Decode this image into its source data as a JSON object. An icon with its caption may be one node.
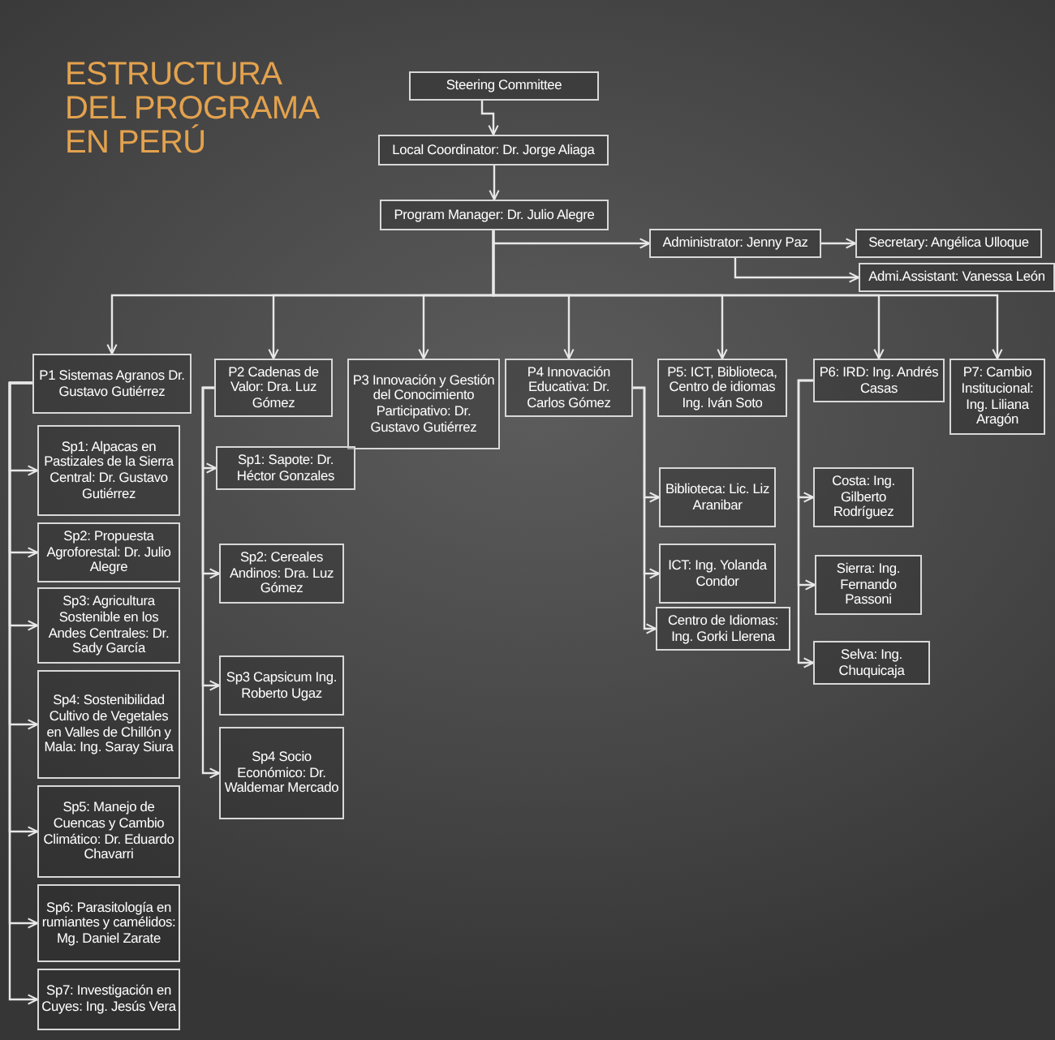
{
  "diagram": {
    "title": "ESTRUCTURA DEL PROGRAMA EN PERÚ",
    "nodes": [
      {
        "text": [
          "Steering Committee"
        ]
      },
      {
        "text": [
          "Local Coordinator: Dr. Jorge Aliaga"
        ]
      },
      {
        "text": [
          "Program Manager: Dr. Julio Alegre"
        ]
      },
      {
        "text": [
          "Administrator: Jenny Paz"
        ]
      },
      {
        "text": [
          "Secretary: Angélica Ulloque"
        ]
      },
      {
        "text": [
          "Admi.Assistant: Vanessa León"
        ]
      },
      {
        "text": [
          "P1 Sistemas Agranos Dr. Gustavo Gutiérrez"
        ]
      },
      {
        "text": [
          "P2 Cadenas de Valor: Dra. Luz Gómez"
        ]
      },
      {
        "text": [
          "P3 Innovación y Gestión del Conocimiento Participativo: Dr. Gustavo Gutiérrez"
        ]
      },
      {
        "text": [
          "P4 Innovación Educativa: Dr. Carlos Gómez"
        ]
      },
      {
        "text": [
          "P5: ICT, Biblioteca, Centro de idiomas Ing. Iván Soto"
        ]
      },
      {
        "text": [
          "P6: IRD: Ing. Andrés Casas"
        ]
      },
      {
        "text": [
          "P7: Cambio Institucional: Ing. Liliana Aragón"
        ]
      },
      {
        "text": [
          "Sp1: Alpacas en Pastizales de la Sierra Central: Dr. Gustavo Gutiérrez"
        ]
      },
      {
        "text": [
          "Sp2: Propuesta Agroforestal: Dr. Julio Alegre"
        ]
      },
      {
        "text": [
          "Sp3: Agricultura Sostenible en los Andes Centrales: Dr. Sady García"
        ]
      },
      {
        "text": [
          "Sp4: Sostenibilidad Cultivo de Vegetales en Valles de Chillón y Mala: Ing. Saray Siura"
        ]
      },
      {
        "text": [
          "Sp5: Manejo de Cuencas y Cambio Climático: Dr. Eduardo Chavarri"
        ]
      },
      {
        "text": [
          "Sp6: Parasitología en rumiantes y camélidos: Mg. Daniel Zarate"
        ]
      },
      {
        "text": [
          "Sp7: Investigación en Cuyes: Ing. Jesús Vera"
        ]
      },
      {
        "text": [
          "Sp1: Sapote: Dr. Héctor Gonzales"
        ]
      },
      {
        "text": [
          "Sp2: Cereales Andinos: Dra. Luz Gómez"
        ]
      },
      {
        "text": [
          "Sp3 Capsicum Ing. Roberto Ugaz"
        ]
      },
      {
        "text": [
          "Sp4 Socio Económico: Dr. Waldemar Mercado"
        ]
      },
      {
        "text": [
          "Biblioteca: Lic. Liz Aranibar"
        ]
      },
      {
        "text": [
          "ICT: Ing. Yolanda Condor"
        ]
      },
      {
        "text": [
          "Centro de Idiomas: Ing. Gorki Llerena"
        ]
      },
      {
        "text": [
          "Costa: Ing. Gilberto Rodríguez"
        ]
      },
      {
        "text": [
          "Sierra: Ing. Fernando Passoni"
        ]
      },
      {
        "text": [
          "Selva: Ing. Chuquicaja"
        ]
      }
    ],
    "edges": [
      {
        "from": 0,
        "to": 1,
        "arrow": "to"
      },
      {
        "from": 1,
        "to": 2,
        "arrow": "to"
      },
      {
        "from": 2,
        "to": 3,
        "arrow": "to"
      },
      {
        "from": 3,
        "to": 4,
        "arrow": "to"
      },
      {
        "from": 3,
        "to": 5,
        "arrow": "to"
      },
      {
        "from": 2,
        "to": 6,
        "arrow": "to"
      },
      {
        "from": 2,
        "to": 7,
        "arrow": "to"
      },
      {
        "from": 2,
        "to": 8,
        "arrow": "to"
      },
      {
        "from": 2,
        "to": 9,
        "arrow": "to"
      },
      {
        "from": 2,
        "to": 10,
        "arrow": "to"
      },
      {
        "from": 2,
        "to": 11,
        "arrow": "to"
      },
      {
        "from": 2,
        "to": 12,
        "arrow": "to"
      },
      {
        "from": 6,
        "to": 13,
        "arrow": "to"
      },
      {
        "from": 6,
        "to": 14,
        "arrow": "to"
      },
      {
        "from": 6,
        "to": 15,
        "arrow": "to"
      },
      {
        "from": 6,
        "to": 16,
        "arrow": "to"
      },
      {
        "from": 6,
        "to": 17,
        "arrow": "to"
      },
      {
        "from": 6,
        "to": 18,
        "arrow": "to"
      },
      {
        "from": 6,
        "to": 19,
        "arrow": "to"
      },
      {
        "from": 7,
        "to": 20,
        "arrow": "to"
      },
      {
        "from": 7,
        "to": 21,
        "arrow": "to"
      },
      {
        "from": 7,
        "to": 22,
        "arrow": "to"
      },
      {
        "from": 7,
        "to": 23,
        "arrow": "to"
      },
      {
        "from": 9,
        "to": 24,
        "arrow": "to"
      },
      {
        "from": 9,
        "to": 25,
        "arrow": "to"
      },
      {
        "from": 9,
        "to": 26,
        "arrow": "to"
      },
      {
        "from": 11,
        "to": 27,
        "arrow": "to"
      },
      {
        "from": 11,
        "to": 28,
        "arrow": "to"
      },
      {
        "from": 11,
        "to": 29,
        "arrow": "to"
      }
    ]
  }
}
